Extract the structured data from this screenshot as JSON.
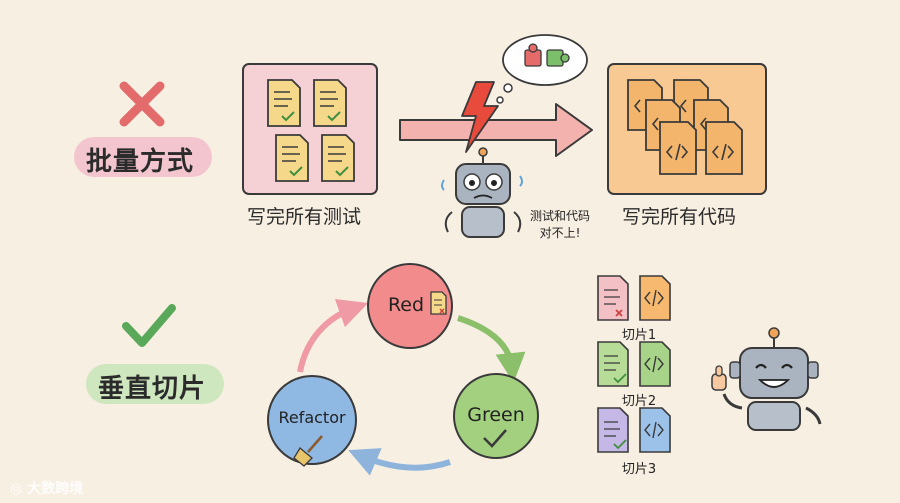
{
  "top": {
    "mark": "✕",
    "title": "批量方式",
    "left_caption": "写完所有测试",
    "right_caption": "写完所有代码",
    "robot_bubble_line1": "测试和代码",
    "robot_bubble_line2": "对不上!"
  },
  "bottom": {
    "mark": "✓",
    "title": "垂直切片",
    "cycle": {
      "red": "Red",
      "green": "Green",
      "refactor": "Refactor"
    },
    "slices": [
      "切片1",
      "切片2",
      "切片3"
    ]
  },
  "watermark": "大数跨境",
  "icons": [
    "x-mark-icon",
    "check-mark-icon",
    "test-document-icon",
    "code-document-icon",
    "lightning-icon",
    "puzzle-icon",
    "robot-icon",
    "broom-icon"
  ],
  "colors": {
    "background": "#f8efe3",
    "red": "#f08080",
    "green": "#9ccc7a",
    "blue": "#8db6e0",
    "orange": "#f6b66b",
    "pink_panel": "#f3c6cf"
  }
}
